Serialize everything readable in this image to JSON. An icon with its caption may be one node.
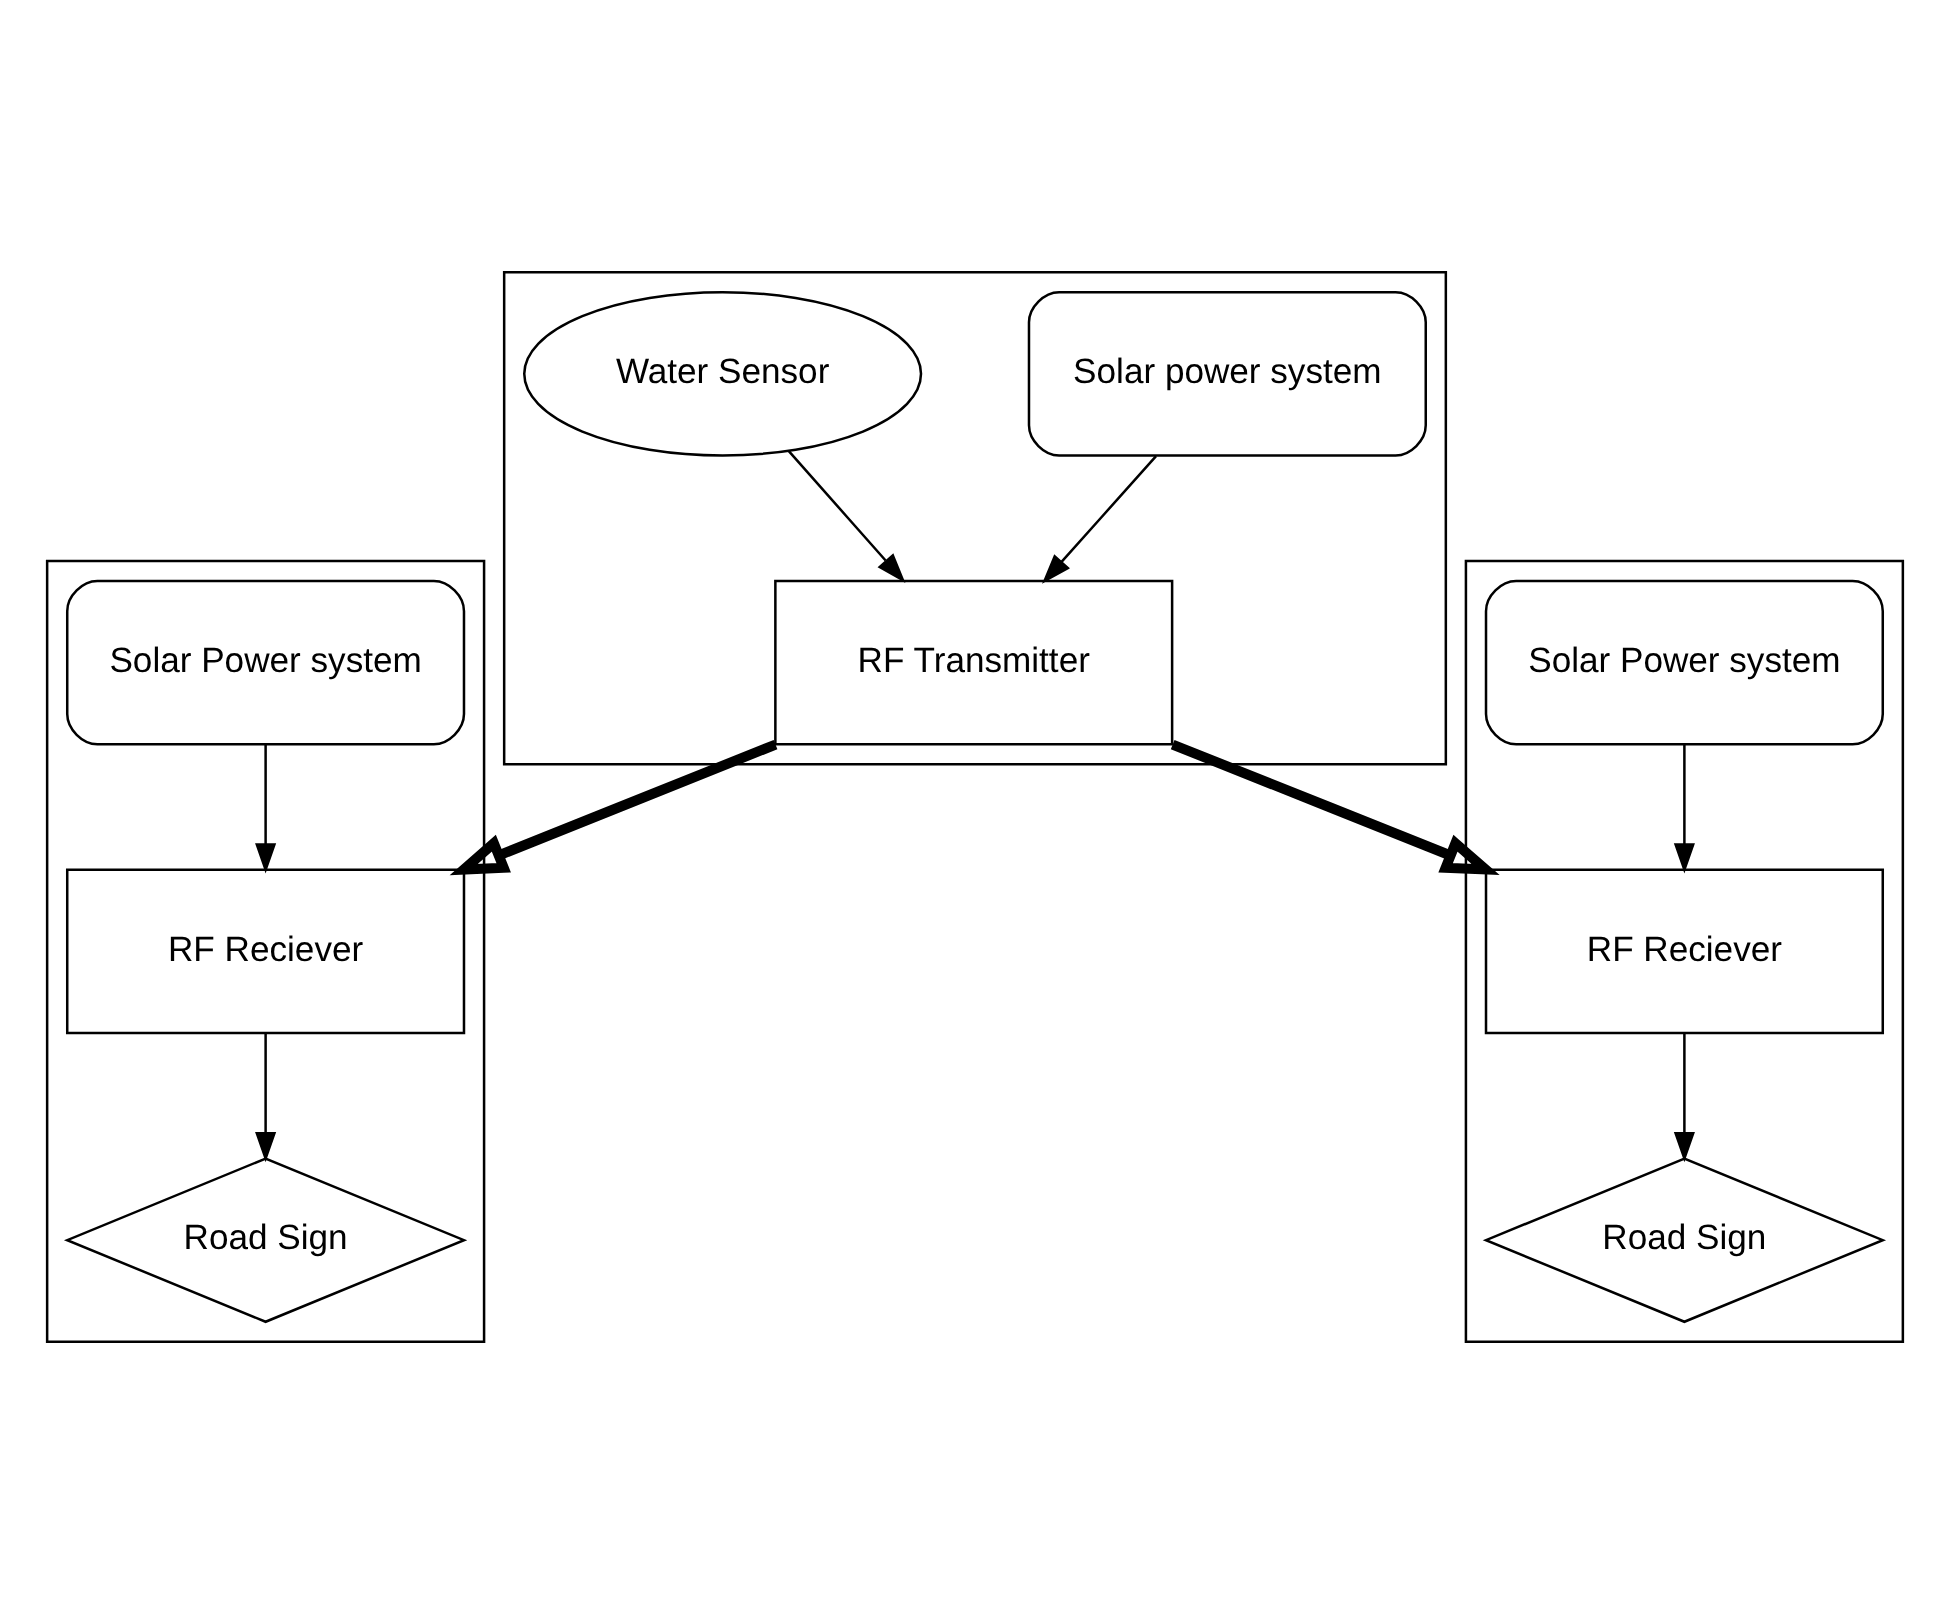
{
  "diagram": {
    "nodes": [
      {
        "text": [],
        "shape": "box"
      },
      {
        "text": [
          "Solar power system"
        ],
        "in": 0
      },
      {
        "text": [
          "RF Transmitter"
        ],
        "in": 0
      },
      {
        "text": [
          "Water Sensor"
        ],
        "in": 0
      },
      {
        "text": [],
        "shape": "box"
      },
      {
        "text": [
          "Solar Power system"
        ],
        "in": 4
      },
      {
        "text": [
          "RF Reciever"
        ],
        "in": 4
      },
      {
        "text": [
          "Road Sign"
        ],
        "in": 4
      },
      {
        "text": [],
        "shape": "box"
      },
      {
        "text": [
          "Solar Power system"
        ],
        "in": 8
      },
      {
        "text": [
          "RF Reciever"
        ],
        "in": 8
      },
      {
        "text": [
          "Road Sign"
        ],
        "in": 8
      }
    ],
    "edges": [
      {
        "from": 1,
        "to": 2,
        "arrow": "to"
      },
      {
        "from": 3,
        "to": 2,
        "arrow": "to"
      },
      {
        "from": 2,
        "to": 6,
        "arrow": "to",
        "style": "thick"
      },
      {
        "from": 2,
        "to": 10,
        "arrow": "to",
        "style": "thick"
      },
      {
        "from": 5,
        "to": 6,
        "arrow": "to"
      },
      {
        "from": 6,
        "to": 7,
        "arrow": "to"
      },
      {
        "from": 9,
        "to": 10,
        "arrow": "to"
      },
      {
        "from": 10,
        "to": 11,
        "arrow": "to"
      }
    ]
  }
}
